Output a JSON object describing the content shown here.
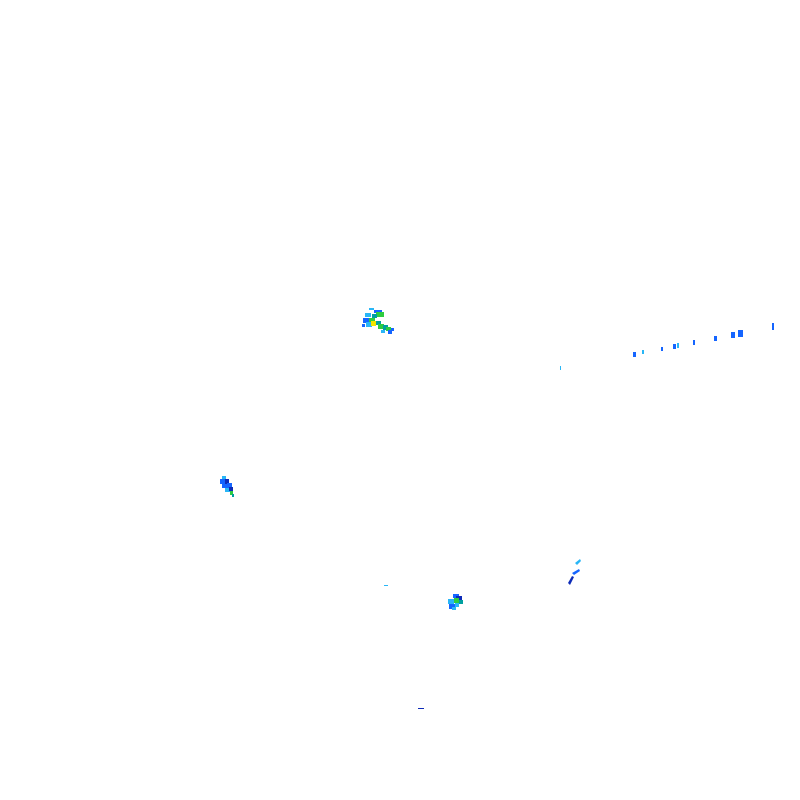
{
  "background_color": "#ffffff",
  "legend_colors": {
    "very_light": "#29b6f6",
    "light": "#1565ff",
    "moderate": "#00a0a0",
    "heavy": "#2ecc40",
    "very_heavy": "#f1e600",
    "dark": "#0d2bb8"
  },
  "echoes": [
    {
      "name": "echo-cell-north-center",
      "intensity": "heavy"
    },
    {
      "name": "echo-line-east",
      "intensity": "light"
    },
    {
      "name": "echo-cell-west",
      "intensity": "light"
    },
    {
      "name": "echo-streak-southeast",
      "intensity": "light"
    },
    {
      "name": "echo-cell-south",
      "intensity": "moderate"
    },
    {
      "name": "echo-speck-south",
      "intensity": "light"
    },
    {
      "name": "echo-speck-far-south",
      "intensity": "dark"
    },
    {
      "name": "echo-speck-center",
      "intensity": "very_light"
    }
  ]
}
